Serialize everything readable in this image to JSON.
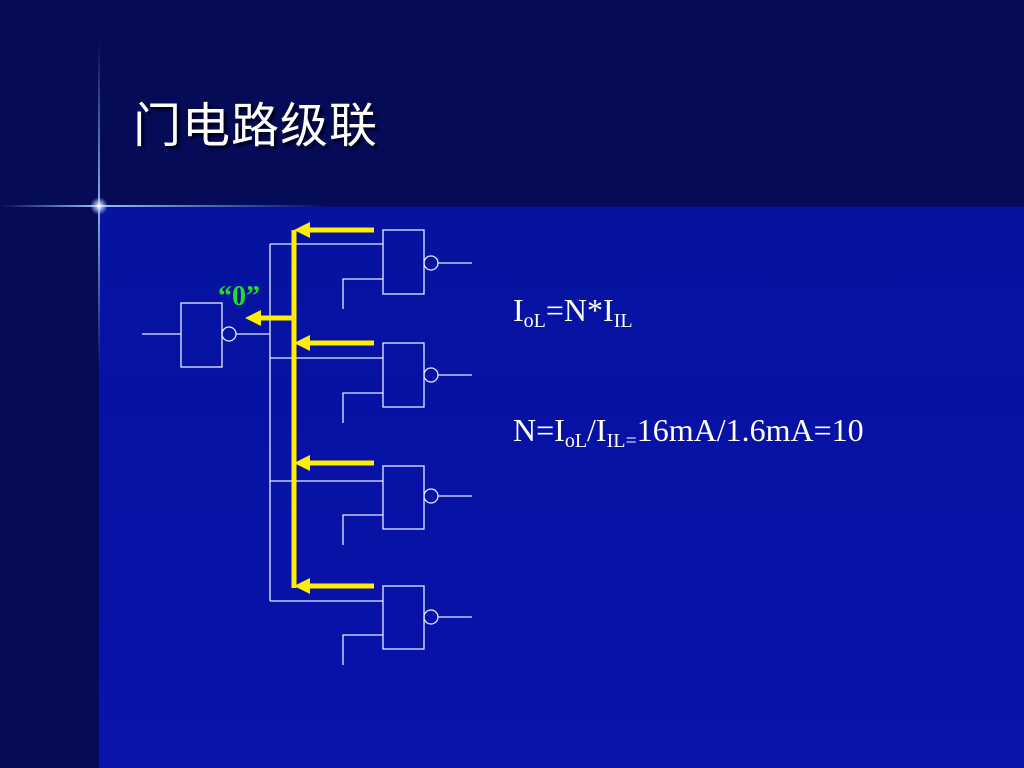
{
  "slide": {
    "title": "门电路级联",
    "output_level_label": "“0”"
  },
  "formula1": {
    "i1": "I",
    "sub1": "oL",
    "eq": "=N*I",
    "sub2": "IL"
  },
  "formula2": {
    "p1": "N=I",
    "sub1": "oL",
    "p2": "/I",
    "sub2": "IL=",
    "p3": "16mA/1.6mA=10"
  },
  "colors": {
    "background": "#000a6e",
    "panel": "#0812a6",
    "wire": "#e6ecff",
    "arrow": "#ffee00",
    "zero_label": "#22dd22",
    "text": "#ffffff"
  }
}
